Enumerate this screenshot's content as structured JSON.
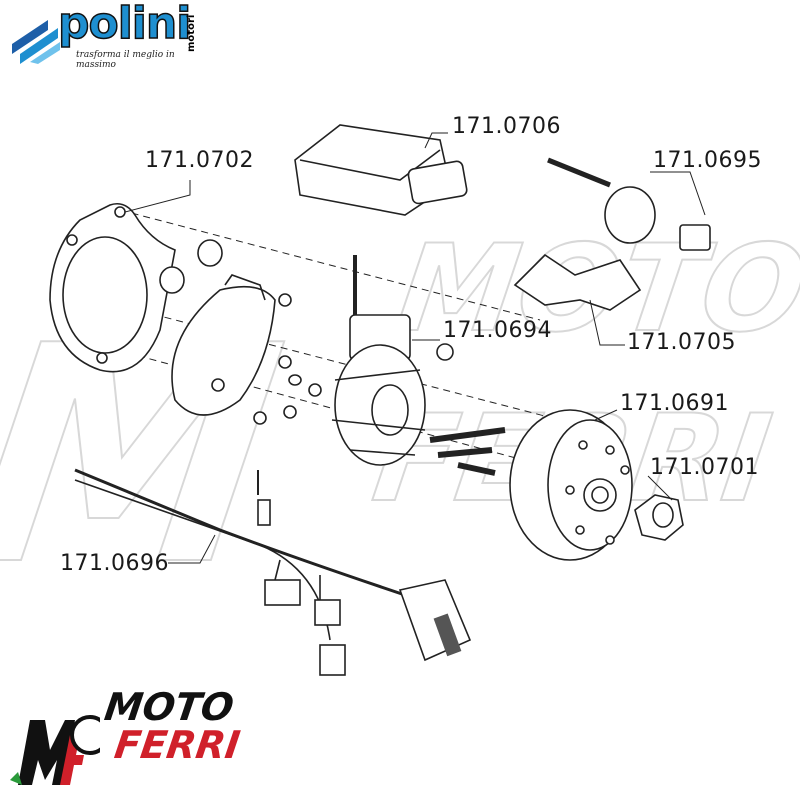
{
  "brand_logo": {
    "name": "polini",
    "sub": "motori",
    "tagline": "trasforma il meglio in massimo",
    "colors": {
      "blue": "#1e8fd0",
      "dark": "#111111"
    }
  },
  "footer_logo": {
    "text_top": "MOTO",
    "text_bottom": "FERRI",
    "monogram": "MF",
    "colors": {
      "red": "#d0202a",
      "black": "#111111"
    }
  },
  "watermark": {
    "line1": "MOTO",
    "line2": "FERRI"
  },
  "parts": [
    {
      "code": "171.0706",
      "name": "ecu"
    },
    {
      "code": "171.0702",
      "name": "stator-plate"
    },
    {
      "code": "171.0695",
      "name": "ignition-coil"
    },
    {
      "code": "171.0694",
      "name": "stator"
    },
    {
      "code": "171.0705",
      "name": "coil-bracket"
    },
    {
      "code": "171.0691",
      "name": "flywheel-rotor"
    },
    {
      "code": "171.0701",
      "name": "nut"
    },
    {
      "code": "171.0696",
      "name": "wiring-harness"
    }
  ]
}
